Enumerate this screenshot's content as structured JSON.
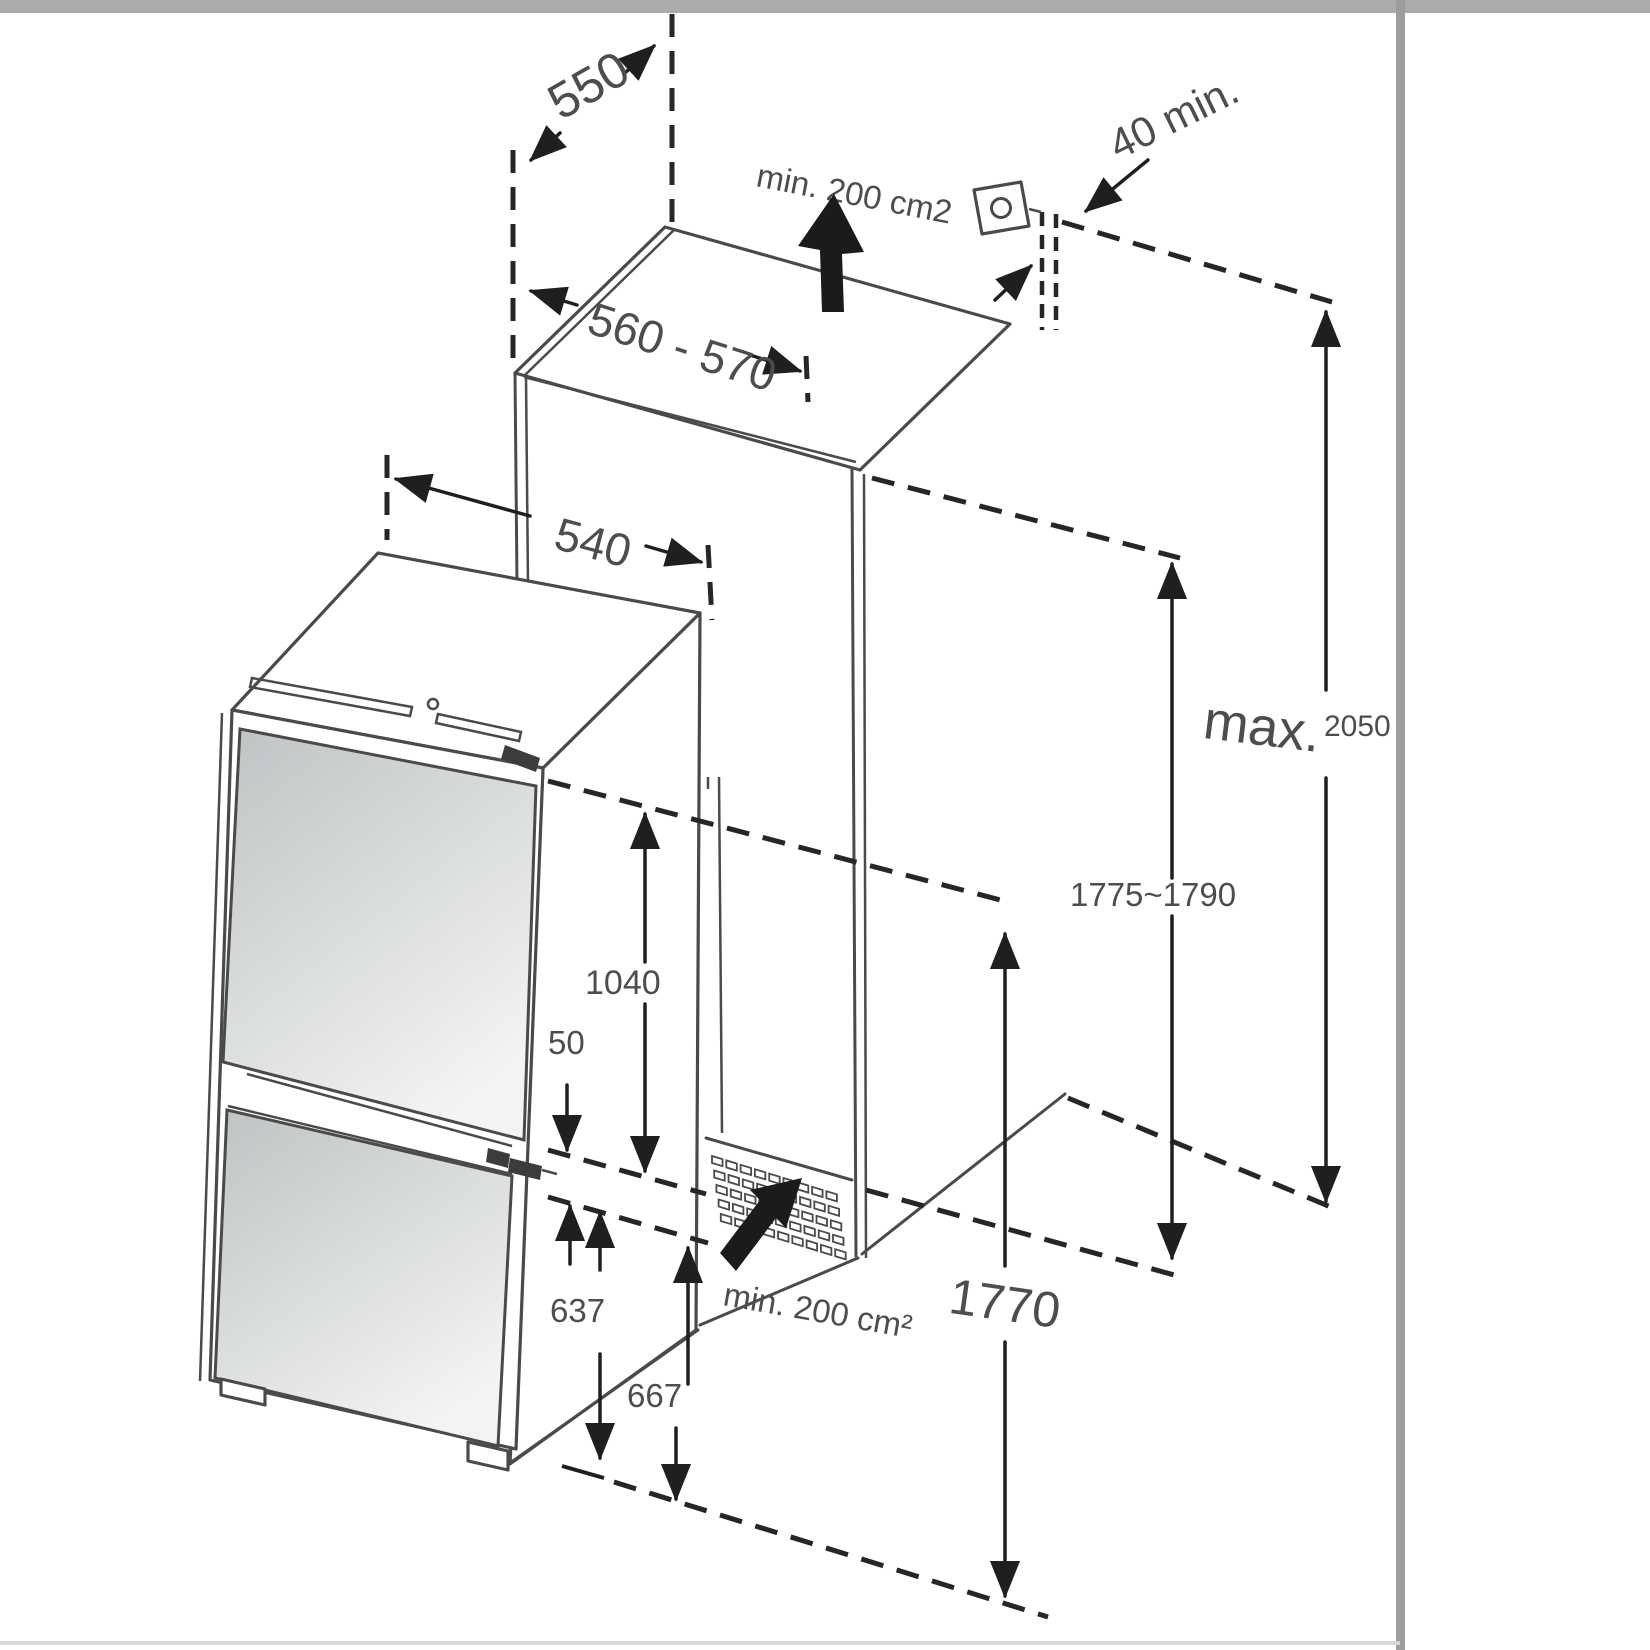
{
  "diagram": {
    "type": "built-in fridge-freezer installation dimension drawing",
    "units": "mm",
    "labels": {
      "niche_depth": "550",
      "niche_width": "560 - 570",
      "appliance_width": "540",
      "top_vent_area": "min. 200 cm2",
      "rear_gap": "40 min.",
      "max_height_prefix": "max.",
      "max_height_value": "2050",
      "niche_height_range": "1775~1790",
      "upper_door_height": "1040",
      "door_gap": "50",
      "lower_door_height": "637",
      "lower_section_height": "667",
      "appliance_height": "1770",
      "bottom_vent_area": "min. 200 cm²"
    },
    "colors": {
      "background": "#ffffff",
      "structure_line": "#4a4a4a",
      "dashed_line": "#262626",
      "dimension_line": "#1f1f1f",
      "arrow_fill": "#1b1b1b",
      "text": "#4d4d4d",
      "door_shade_dark": "#bfc3c4",
      "door_shade_light": "#f2f3f3",
      "scan_edge": "#a8a8a8"
    }
  }
}
